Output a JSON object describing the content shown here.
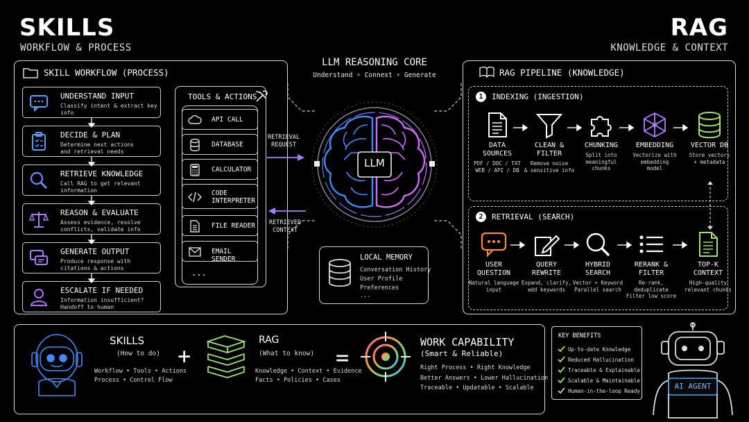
{
  "header": {
    "left_title": "SKILLS",
    "left_subtitle": "WORKFLOW & PROCESS",
    "right_title": "RAG",
    "right_subtitle": "KNOWLEDGE & CONTEXT"
  },
  "core": {
    "title": "LLM REASONING CORE",
    "sub_a": "Understand",
    "sub_b": "Connext",
    "sub_c": "Generate",
    "brain_label": "LLM",
    "retrieval_request": "RETRIEVAL\nREQUEST",
    "retrieved_context": "RETRIEVED\nCONTEXT"
  },
  "skill_workflow": {
    "title": "SKILL WORKFLOW (PROCESS)",
    "steps": [
      {
        "title": "UNDERSTAND INPUT",
        "desc": "Classify intent & extract key info"
      },
      {
        "title": "DECIDE & PLAN",
        "desc": "Determine next actions\nand retrieval needs"
      },
      {
        "title": "RETRIEVE KNOWLEDGE",
        "desc": "Call RAG to get relevant\ninformation"
      },
      {
        "title": "REASON & EVALUATE",
        "desc": "Assess evidence, resolve\nconflicts, validate info"
      },
      {
        "title": "GENERATE OUTPUT",
        "desc": "Produce response with\ncitations & actions"
      },
      {
        "title": "ESCALATE IF NEEDED",
        "desc": "Information insufficient?\nHandoff to human"
      }
    ]
  },
  "tools": {
    "title": "TOOLS & ACTIONS",
    "items": [
      "API CALL",
      "DATABASE",
      "CALCULATOR",
      "CODE\nINTERPRETER",
      "FILE READER",
      "EMAIL SENDER"
    ],
    "more": "..."
  },
  "memory": {
    "title": "LOCAL MEMORY",
    "items": [
      "Conversation History",
      "User Profile",
      "Preferences",
      "..."
    ]
  },
  "rag": {
    "title": "RAG PIPELINE (KNOWLEDGE)",
    "indexing_title": "INDEXING (INGESTION)",
    "indexing_num": "1",
    "indexing": [
      {
        "title": "DATA\nSOURCES",
        "desc": "PDF / DOC / TXT\nWEB / API / DB"
      },
      {
        "title": "CLEAN &\nFILTER",
        "desc": "Remove noise\n& sensitive info"
      },
      {
        "title": "CHUNKING",
        "desc": "Split into\nmeaningful\nchunks"
      },
      {
        "title": "EMBEDDING",
        "desc": "Vectorize with\nembedding\nmodel"
      },
      {
        "title": "VECTOR DB",
        "desc": "Store vectors\n+ metadata"
      }
    ],
    "retrieval_title": "RETRIEVAL (SEARCH)",
    "retrieval_num": "2",
    "retrieval": [
      {
        "title": "USER\nQUESTION",
        "desc": "Natural language\ninput"
      },
      {
        "title": "QUERY\nREWRITE",
        "desc": "Expand, clarify,\nadd keywords"
      },
      {
        "title": "HYBRID\nSEARCH",
        "desc": "Vector + Keyword\nParallel search"
      },
      {
        "title": "RERANK &\nFILTER",
        "desc": "Re-rank, deduplicate\nFilter low score"
      },
      {
        "title": "TOP-K\nCONTEXT",
        "desc": "High-quality\nrelevant chunks"
      }
    ]
  },
  "bottom": {
    "skills_title": "SKILLS",
    "skills_sub": "(How to do)",
    "skills_desc": "Workflow • Tools • Actions\nProcess • Control Flow",
    "plus": "+",
    "rag_title": "RAG",
    "rag_sub": "(What to know)",
    "rag_desc": "Knowledge • Context • Evidence\nFacts • Policies • Cases",
    "equals": "=",
    "work_title": "WORK CAPABILITY",
    "work_sub": "(Smart & Reliable)",
    "work_desc": "Right Process • Right Knowledge\nBetter Answers • Lower Hallucination\nTraceable • Updatable • Scalable",
    "benefits_title": "KEY BENEFITS",
    "benefits": [
      "Up-to-date Knowledge",
      "Reduced Hallucination",
      "Traceable & Explainable",
      "Scalable & Maintainable",
      "Human-in-the-loop Ready"
    ],
    "agent_label": "AI AGENT"
  },
  "colors": {
    "skill_blue": "#4aa3ff",
    "skill_purple": "#a87bff",
    "rag_orange": "#ff8a33",
    "rag_green": "#9be36a",
    "brain_blue": "#3d8bff",
    "brain_pink": "#d06cff"
  }
}
